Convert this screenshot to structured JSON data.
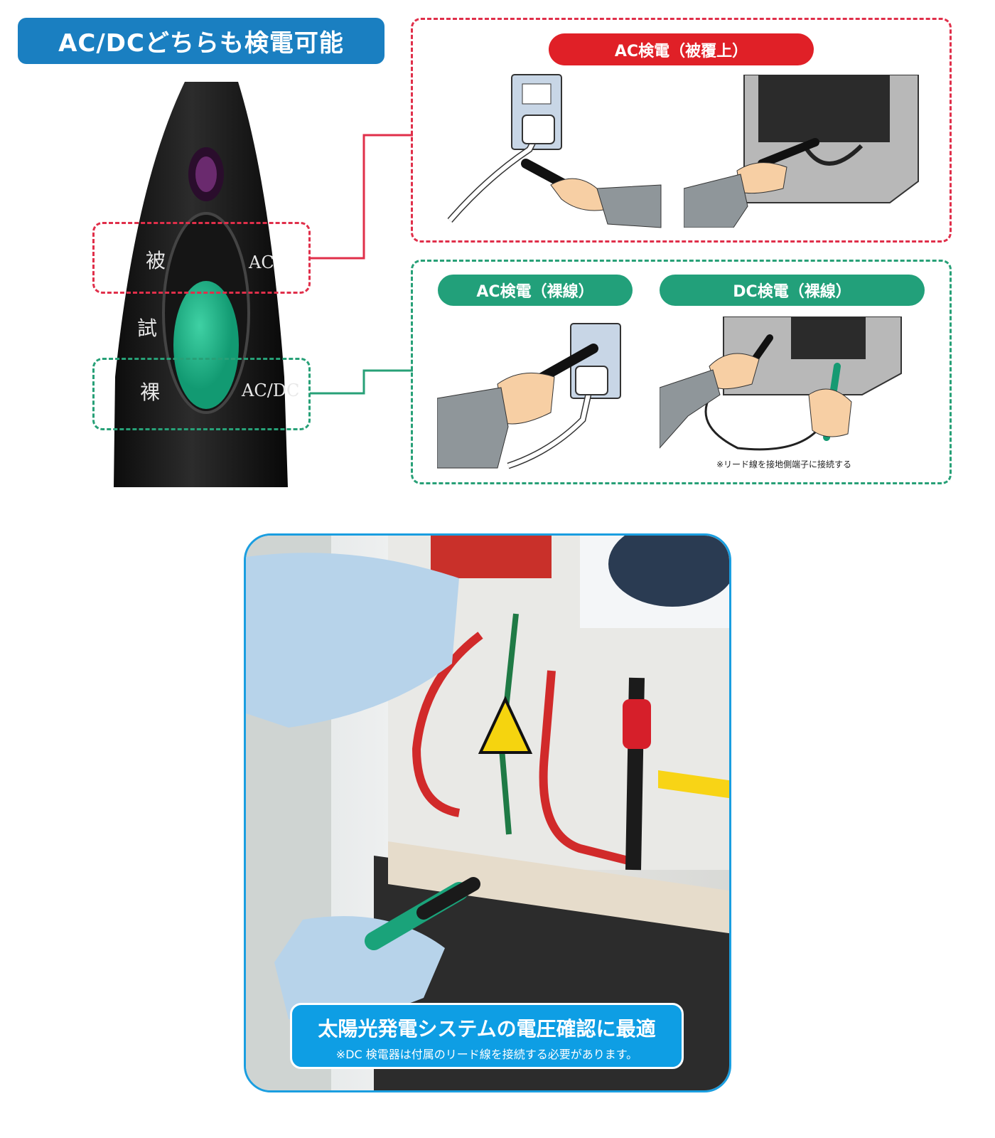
{
  "header": {
    "title": "AC/DCどちらも検電可能"
  },
  "tester": {
    "labels": {
      "coated": "被",
      "ac": "AC",
      "test": "試",
      "bare": "裸",
      "acdc": "AC/DC"
    }
  },
  "panels": {
    "ac_coated": {
      "label": "AC検電（被覆上）",
      "color": "#e02027"
    },
    "ac_bare": {
      "label": "AC検電（裸線）",
      "color": "#22a07a"
    },
    "dc_bare": {
      "label": "DC検電（裸線）",
      "color": "#22a07a",
      "note": "※リード線を接地側端子に接続する"
    }
  },
  "photo": {
    "caption_title": "太陽光発電システムの電圧確認に最適",
    "caption_note": "※DC 検電器は付属のリード線を接続する必要があります。",
    "border_color": "#1a9ee0"
  }
}
